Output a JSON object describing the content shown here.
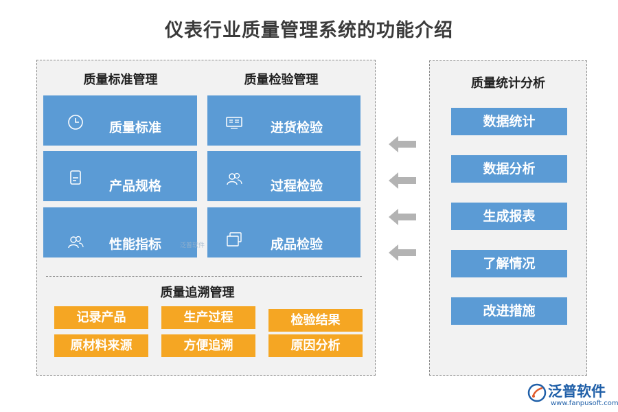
{
  "title": "仪表行业质量管理系统的功能介绍",
  "sections": {
    "standard_mgmt": {
      "heading": "质量标准管理",
      "tiles": [
        {
          "label": "质量标准",
          "icon": "clock-icon"
        },
        {
          "label": "产品规格",
          "icon": "document-icon"
        },
        {
          "label": "性能指标",
          "icon": "users-icon"
        }
      ]
    },
    "inspection_mgmt": {
      "heading": "质量检验管理",
      "tiles": [
        {
          "label": "进货检验",
          "icon": "card-icon"
        },
        {
          "label": "过程检验",
          "icon": "users-icon"
        },
        {
          "label": "成品检验",
          "icon": "windows-icon"
        }
      ]
    },
    "trace_mgmt": {
      "heading": "质量追溯管理",
      "items": [
        "记录产品",
        "生产过程",
        "检验结果",
        "原材料来源",
        "方便追溯",
        "原因分析"
      ]
    },
    "stats_analysis": {
      "heading": "质量统计分析",
      "items": [
        "数据统计",
        "数据分析",
        "生成报表",
        "了解情况",
        "改进措施"
      ]
    }
  },
  "watermark": "泛普软件",
  "brand": {
    "name": "泛普软件",
    "url": "www.fanpusoft.com"
  },
  "colors": {
    "tile_blue": "#5b9bd5",
    "orange": "#f5a623",
    "arrow_gray": "#b3b3b3",
    "brand_blue": "#1f5fa8"
  }
}
